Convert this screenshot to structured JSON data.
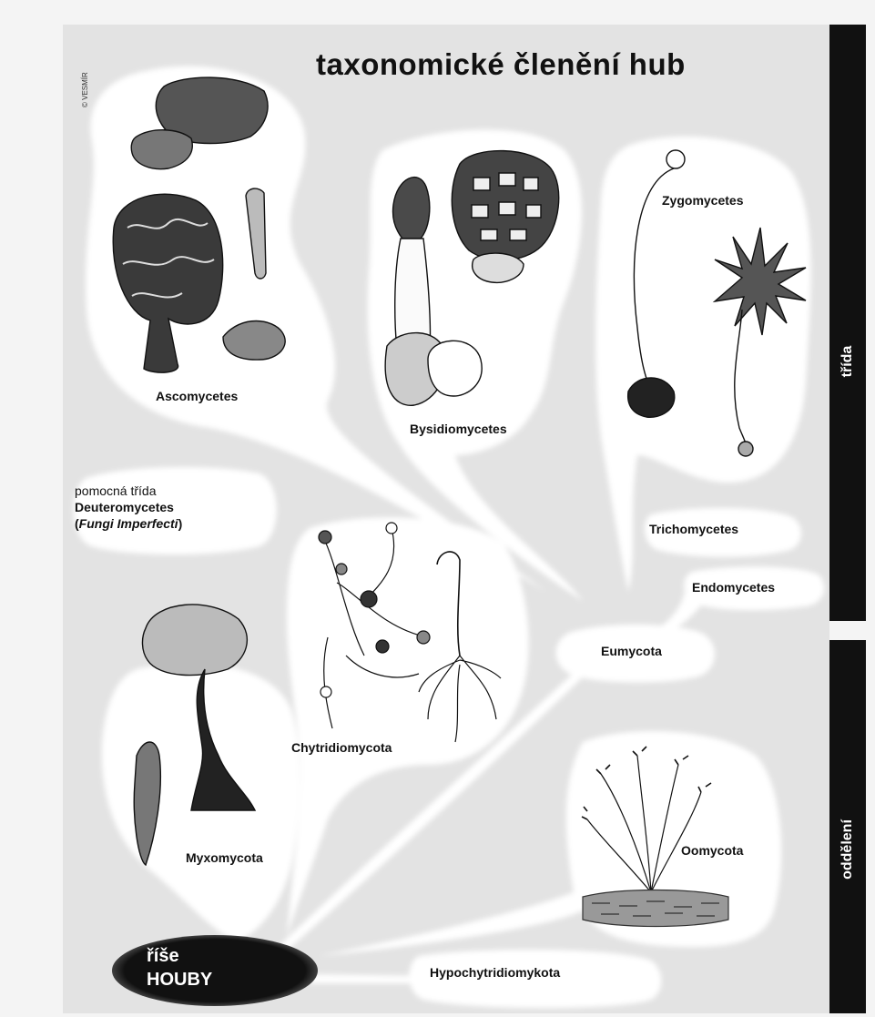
{
  "title": "taxonomické členění hub",
  "credit": "© VESMÍR",
  "sidebar": {
    "upper_label": "třída",
    "lower_label": "oddělení"
  },
  "kingdom": {
    "line1": "říše",
    "line2": "HOUBY"
  },
  "auxiliary_class": {
    "prefix": "pomocná třída",
    "name": "Deuteromycetes",
    "alt_open": "(",
    "alt_name": "Fungi Imperfecti",
    "alt_close": ")"
  },
  "taxa": {
    "ascomycetes": "Ascomycetes",
    "basidiomycetes": "Bysidiomycetes",
    "zygomycetes": "Zygomycetes",
    "trichomycetes": "Trichomycetes",
    "endomycetes": "Endomycetes",
    "eumycota": "Eumycota",
    "chytridiomycota": "Chytridiomycota",
    "myxomycota": "Myxomycota",
    "oomycota": "Oomycota",
    "hypochytridiomykota": "Hypochytridiomykota"
  }
}
